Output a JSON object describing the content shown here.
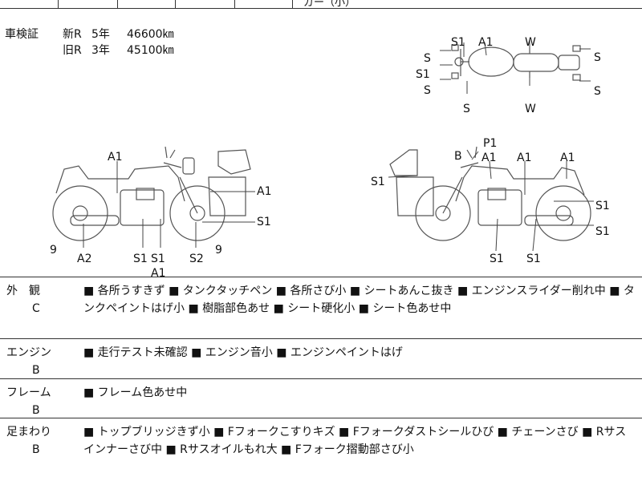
{
  "top_strip": {
    "fragment": "ガー（小）"
  },
  "shaken": {
    "label": "車検証",
    "rows": [
      {
        "kind": "新R",
        "year": "5年",
        "km": "46600㎞"
      },
      {
        "kind": "旧R",
        "year": "3年",
        "km": "45100㎞"
      }
    ]
  },
  "diagram_labels": {
    "top": {
      "s1": "S1",
      "a1": "A1",
      "w_top": "W",
      "w_bottom": "W",
      "s_l1": "S",
      "s1_left": "S1",
      "s_l2": "S",
      "s_bottom": "S",
      "s_r1": "S",
      "s_r2": "S"
    },
    "left": {
      "a1_top": "A1",
      "a1_right": "A1",
      "s1_right": "S1",
      "n9_left": "9",
      "a2": "A2",
      "s1_a": "S1",
      "s1_b": "S1",
      "s2": "S2",
      "n9_right": "9",
      "a1_bottom": "A1"
    },
    "right": {
      "p1": "P1",
      "b": "B",
      "a1_1": "A1",
      "a1_2": "A1",
      "a1_3": "A1",
      "s1_left": "S1",
      "s1_r1": "S1",
      "s1_r2": "S1",
      "s1_b1": "S1",
      "s1_b2": "S1"
    }
  },
  "sections": [
    {
      "name": "外　観",
      "grade": "C",
      "items": "■ 各所うすきず ■ タンクタッチペン ■ 各所さび小 ■ シートあんこ抜き ■ エンジンスライダー削れ中 ■ タンクペイントはげ小 ■ 樹脂部色あせ ■ シート硬化小 ■ シート色あせ中"
    },
    {
      "name": "エンジン",
      "grade": "B",
      "items": "■ 走行テスト未確認 ■ エンジン音小 ■ エンジンペイントはげ"
    },
    {
      "name": "フレーム",
      "grade": "B",
      "items": "■ フレーム色あせ中"
    },
    {
      "name": "足まわり",
      "grade": "B",
      "items": "■ トップブリッジきず小 ■ Fフォークこすりキズ ■ Fフォークダストシールひび ■ チェーンさび ■ Rサスインナーさび中 ■ Rサスオイルもれ大 ■ Fフォーク摺動部さび小"
    }
  ]
}
